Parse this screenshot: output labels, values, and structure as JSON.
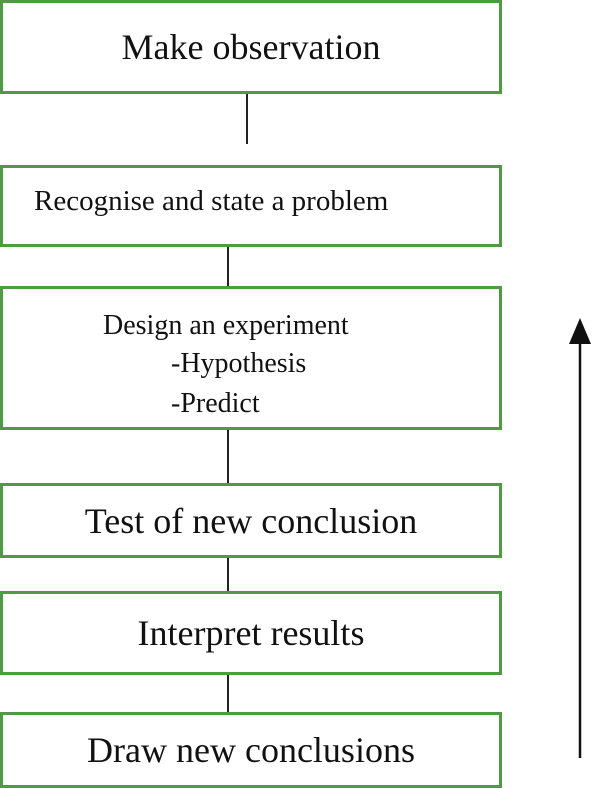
{
  "steps": [
    {
      "label": "Make observation"
    },
    {
      "label": "Recognise and state a problem"
    },
    {
      "label": "Design an experiment",
      "sub_items": [
        "-Hypothesis",
        "-Predict"
      ]
    },
    {
      "label": "Test of new conclusion"
    },
    {
      "label": "Interpret results"
    },
    {
      "label": "Draw new conclusions"
    }
  ],
  "colors": {
    "box_border": "#4f9a42",
    "connector": "#222222",
    "text": "#111111"
  }
}
